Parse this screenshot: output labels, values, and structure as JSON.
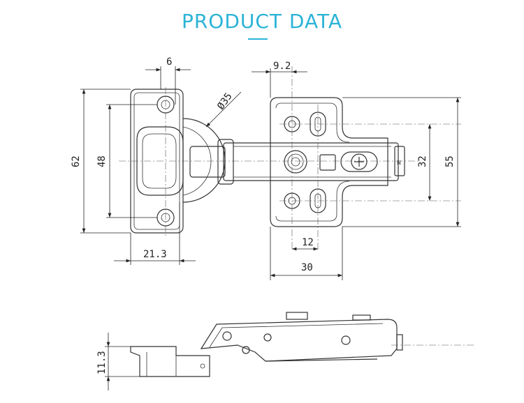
{
  "header": {
    "title": "PRODUCT DATA",
    "accent_color": "#2bb3d6"
  },
  "top_view": {
    "dimensions": {
      "width_6": "6",
      "height_62": "62",
      "height_48": "48",
      "cup_diameter": "Ø35",
      "offset_21_3": "21.3",
      "offset_9_2": "9.2",
      "plate_height_55": "55",
      "plate_hole_32": "32",
      "plate_12": "12",
      "plate_width_30": "30"
    }
  },
  "side_view": {
    "dimensions": {
      "depth_11_3": "11.3"
    }
  }
}
